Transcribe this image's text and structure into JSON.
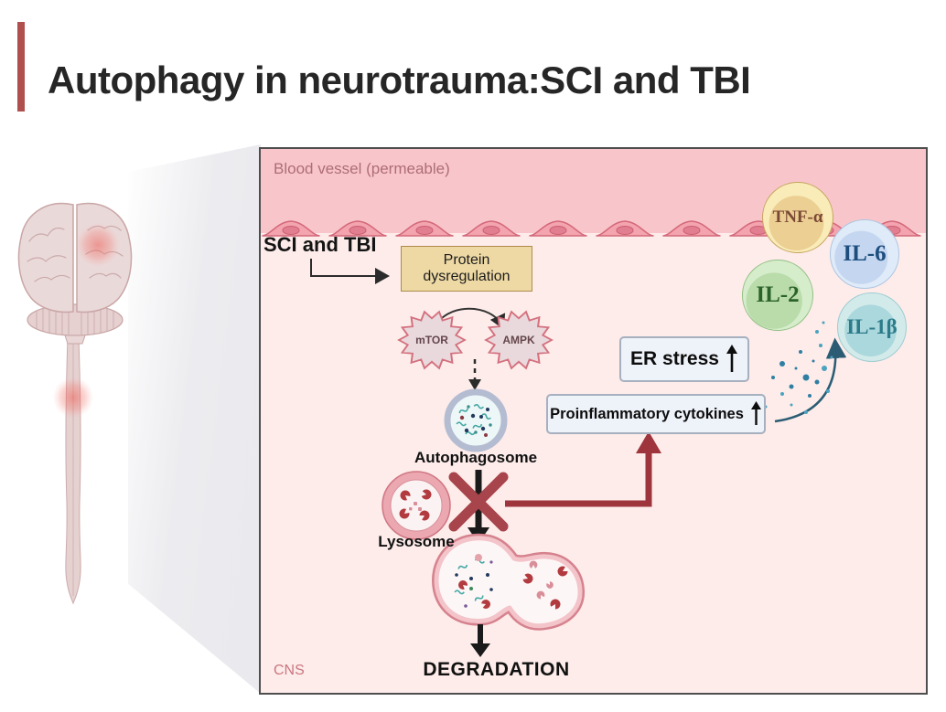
{
  "title": "Autophagy in neurotrauma:SCI and TBI",
  "colors": {
    "accent_bar": "#b0504e",
    "panel_background": "#fdecea",
    "vessel_background": "#f8c6ca",
    "blocked_x": "#a8444b",
    "injury_arrow": "#9e343c",
    "protein_box": "#eed9a4",
    "tnf_fill": "#f9ecb9",
    "il6_fill": "#dfebf8",
    "il2_fill": "#d6edcc",
    "il1b_fill": "#d3eaea"
  },
  "panel": {
    "region_top_label": "Blood vessel (permeable)",
    "region_bottom_label": "CNS",
    "trigger_label": "SCI and TBI",
    "protein_box_label": "Protein dysregulation",
    "kinases": [
      {
        "label": "mTOR"
      },
      {
        "label": "AMPK"
      }
    ],
    "autophagosome_label": "Autophagosome",
    "lysosome_label": "Lysosome",
    "er_stress_label": "ER stress",
    "proinflammatory_label": "Proinflammatory cytokines",
    "degradation_label": "DEGRADATION",
    "cytokines": [
      {
        "label": "TNF-α",
        "color": "#7b4936"
      },
      {
        "label": "IL-6",
        "color": "#1d4e7e"
      },
      {
        "label": "IL-2",
        "color": "#2c622c"
      },
      {
        "label": "IL-1β",
        "color": "#2b7b8a"
      }
    ]
  }
}
